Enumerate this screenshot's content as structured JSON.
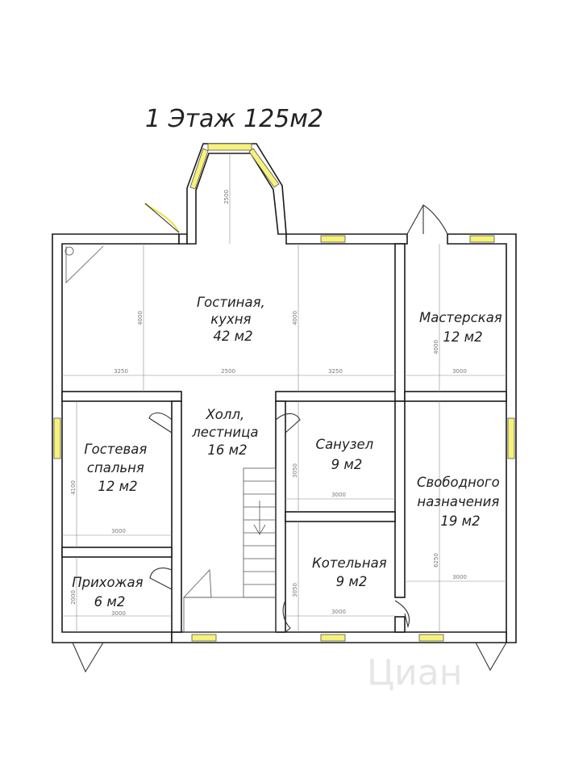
{
  "title": "1 Этаж 125м2",
  "rooms": [
    {
      "lines": [
        "Гостиная,",
        "кухня",
        "42 м2"
      ]
    },
    {
      "lines": [
        "Мастерская",
        "12 м2"
      ]
    },
    {
      "lines": [
        "Холл,",
        "лестница",
        "16 м2"
      ]
    },
    {
      "lines": [
        "Гостевая",
        "спальня",
        "12 м2"
      ]
    },
    {
      "lines": [
        "Санузел",
        "9 м2"
      ]
    },
    {
      "lines": [
        "Свободного",
        "назначения",
        "19 м2"
      ]
    },
    {
      "lines": [
        "Котельная",
        "9 м2"
      ]
    },
    {
      "lines": [
        "Прихожая",
        "6 м2"
      ]
    }
  ],
  "dimensions": {
    "bay": "2500",
    "living_h1": "4000",
    "living_h2": "4000",
    "living_w1": "3250",
    "living_w2": "2500",
    "living_w3": "3250",
    "workshop_h": "4000",
    "workshop_w": "3000",
    "guest_h": "4100",
    "guest_w": "3000",
    "wc_h": "3050",
    "wc_w": "3000",
    "free_h": "6250",
    "free_w": "3000",
    "boiler_h": "3050",
    "boiler_w": "3000",
    "entry_h": "2000",
    "entry_w": "3000"
  },
  "watermark": "Циан",
  "colors": {
    "window": "#f6f27a",
    "wall": "#1a1a1a"
  }
}
